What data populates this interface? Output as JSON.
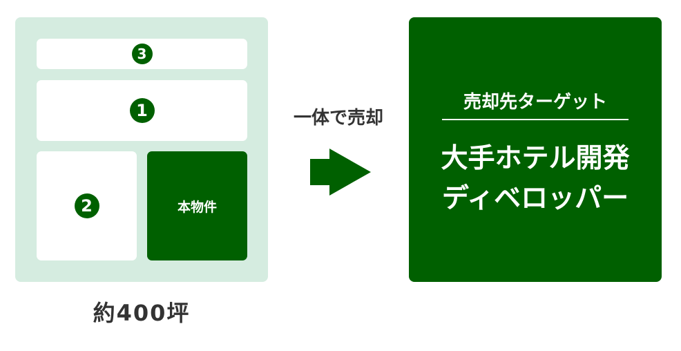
{
  "site": {
    "lots": [
      {
        "number": "3"
      },
      {
        "number": "1"
      },
      {
        "number": "2"
      }
    ],
    "property_label": "本物件",
    "area_label": "約400坪"
  },
  "transfer": {
    "label": "一体で売却",
    "arrow_icon": "right-arrow-icon"
  },
  "target": {
    "label": "売却先ターゲット",
    "name_line1": "大手ホテル開発",
    "name_line2": "ディベロッパー"
  },
  "colors": {
    "primary": "#006000",
    "site_bg": "#d5ece0",
    "text": "#333333"
  }
}
